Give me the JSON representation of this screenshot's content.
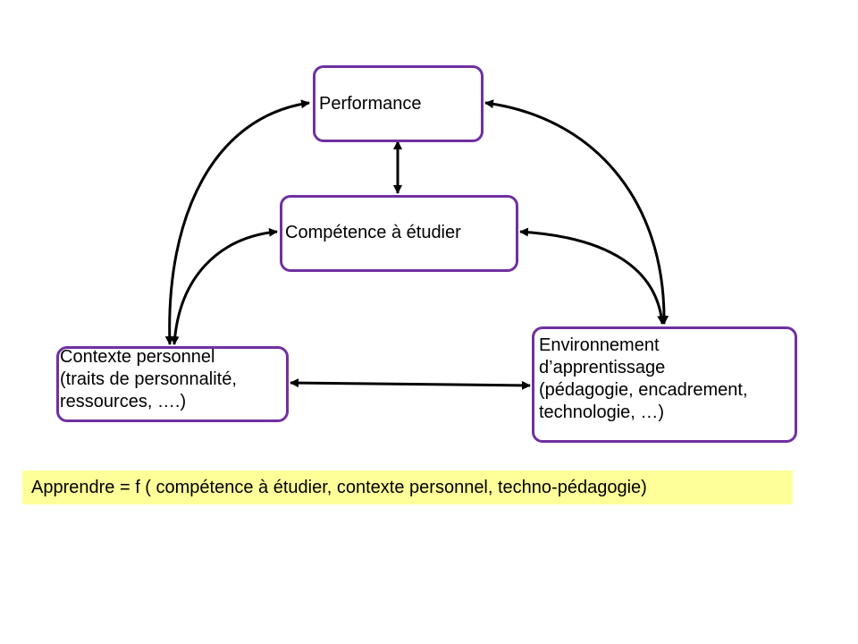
{
  "nodes": {
    "performance": {
      "lines": [
        "Performance"
      ]
    },
    "competence": {
      "lines": [
        "Compétence à étudier"
      ]
    },
    "contexte": {
      "lines": [
        "Contexte personnel",
        "(traits de personnalité,",
        "ressources, ….)"
      ]
    },
    "environnement": {
      "lines": [
        "Environnement",
        "d’apprentissage",
        "(pédagogie, encadrement,",
        "technologie, …)"
      ]
    }
  },
  "formula": "Apprendre = f ( compétence à étudier, contexte personnel, techno-pédagogie)",
  "colors": {
    "box_border": "#7030a0",
    "formula_bg": "#ffff99",
    "arrow": "#000000"
  }
}
